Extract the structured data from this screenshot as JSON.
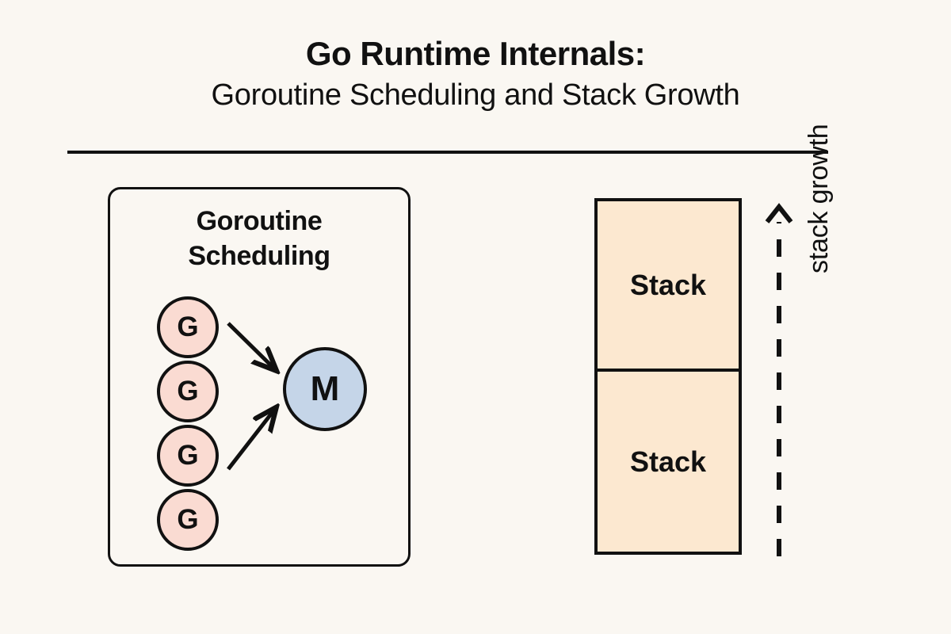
{
  "header": {
    "title": "Go Runtime Internals:",
    "subtitle": "Goroutine Scheduling and Stack Growth"
  },
  "scheduling_panel": {
    "heading_line1": "Goroutine",
    "heading_line2": "Scheduling",
    "goroutines": [
      {
        "label": "G"
      },
      {
        "label": "G"
      },
      {
        "label": "G"
      },
      {
        "label": "G"
      }
    ],
    "machine": {
      "label": "M"
    },
    "arrow_count": 2
  },
  "stack_panel": {
    "cells": [
      {
        "label": "Stack"
      },
      {
        "label": "Stack"
      }
    ],
    "growth_label": "stack growth",
    "arrow_direction": "up",
    "arrow_style": "dashed"
  },
  "colors": {
    "background": "#faf7f2",
    "ink": "#111111",
    "goroutine_fill": "#fadbd2",
    "machine_fill": "#c5d5e8",
    "stack_fill": "#fce8d0"
  }
}
